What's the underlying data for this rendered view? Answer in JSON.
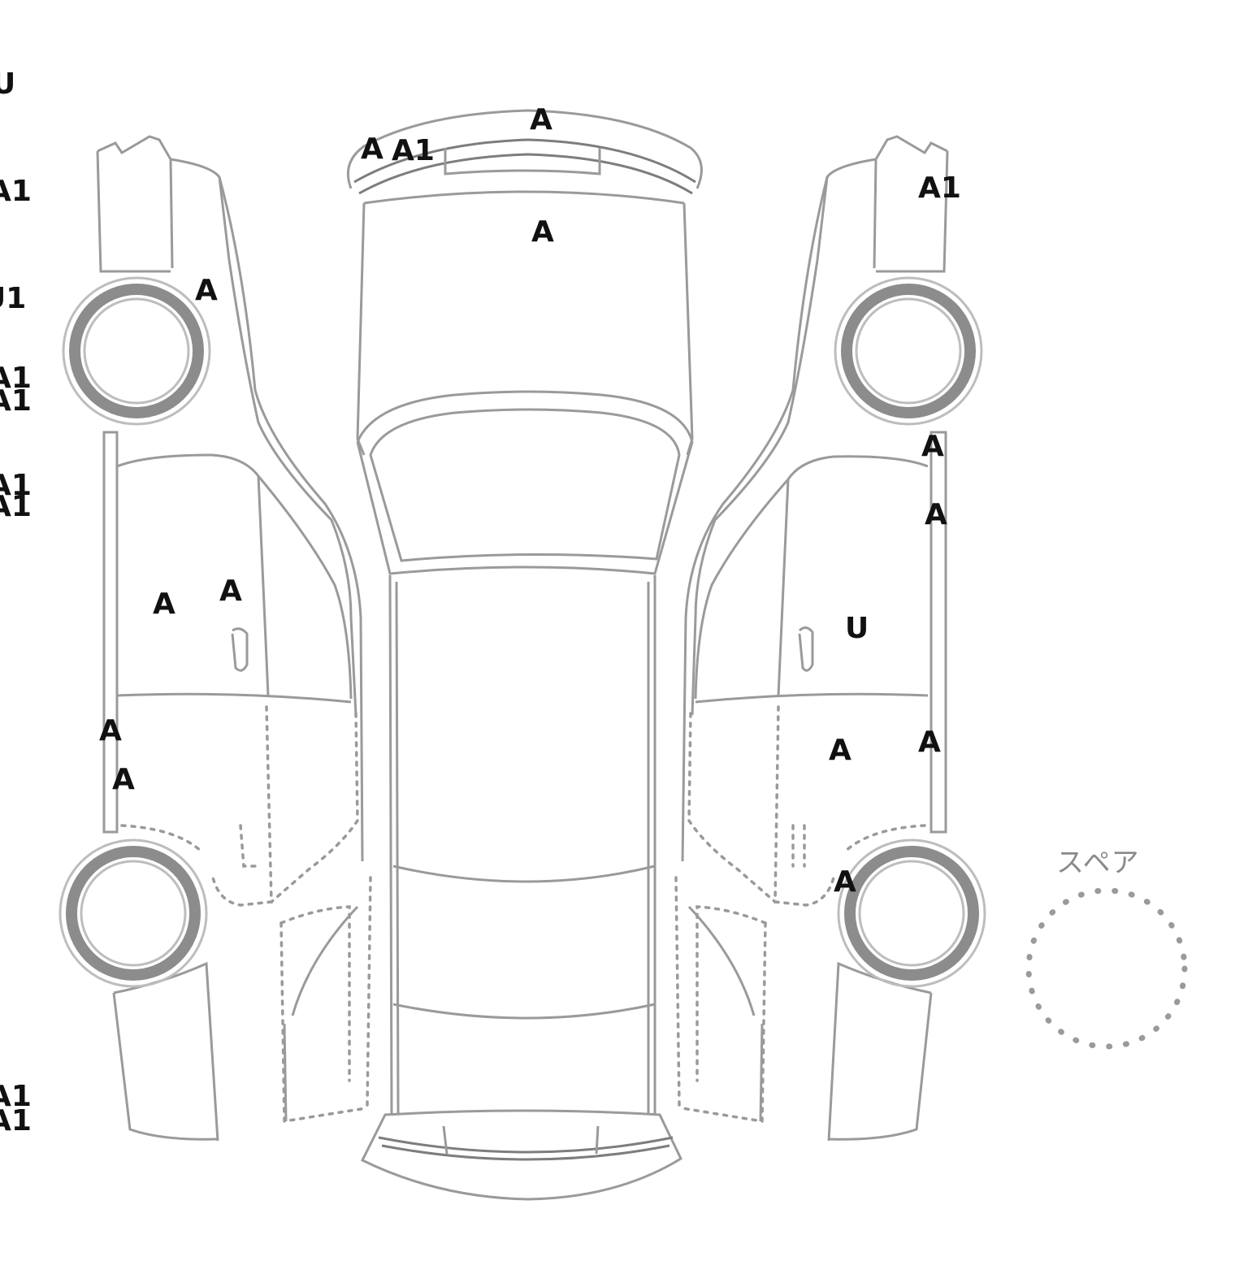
{
  "labels": {
    "spare": "スペア",
    "left_margin_codes": [
      "U",
      "A1",
      "U1",
      "A1",
      "A1",
      "A1",
      "A1",
      "A1",
      "A1"
    ],
    "marks": {
      "rear_bumper_top": "A",
      "rear_left_corner": "A",
      "rear_left_corner_2": "A1",
      "rear_hatch": "A",
      "right_rear_quarter": "A1",
      "left_rear_wheel_arch": "A",
      "left_rear_door": "A",
      "left_door_center": "A",
      "left_rocker_1": "A",
      "left_rocker_2": "A",
      "right_pillar_1": "A",
      "right_pillar_2": "A",
      "right_door": "U",
      "right_lower_door": "A",
      "right_rocker": "A",
      "right_front_wheel_arch": "A"
    }
  }
}
